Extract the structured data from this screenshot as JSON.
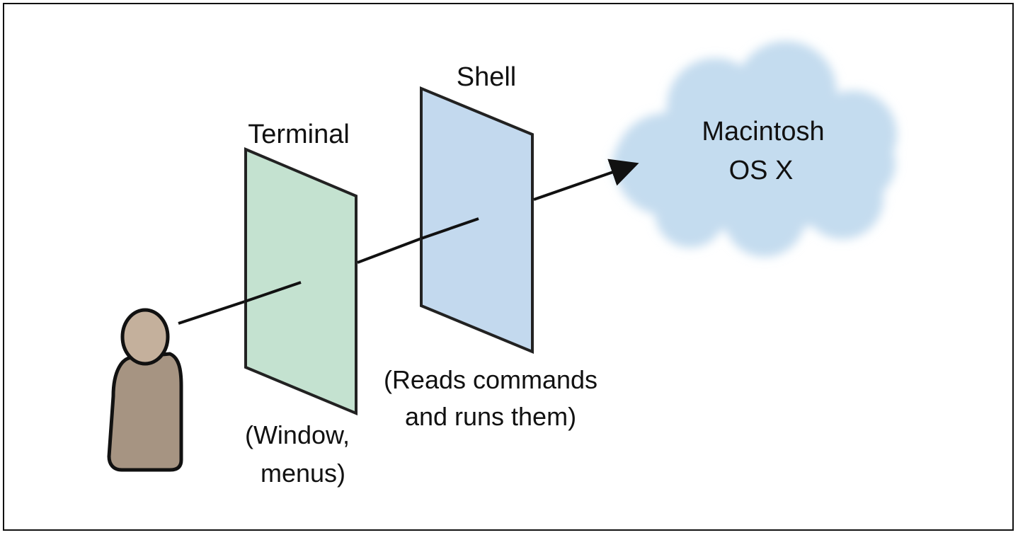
{
  "diagram": {
    "terminal": {
      "title": "Terminal",
      "desc_line1": "(Window,",
      "desc_line2": "menus)",
      "color": "#c4e2d0"
    },
    "shell": {
      "title": "Shell",
      "desc_line1": "(Reads commands",
      "desc_line2": "and runs them)",
      "color": "#c3d9ee"
    },
    "os": {
      "line1": "Macintosh",
      "line2": "OS X",
      "color": "#c4dcef"
    },
    "user": {
      "icon": "person-icon",
      "color": "#a69482"
    }
  }
}
